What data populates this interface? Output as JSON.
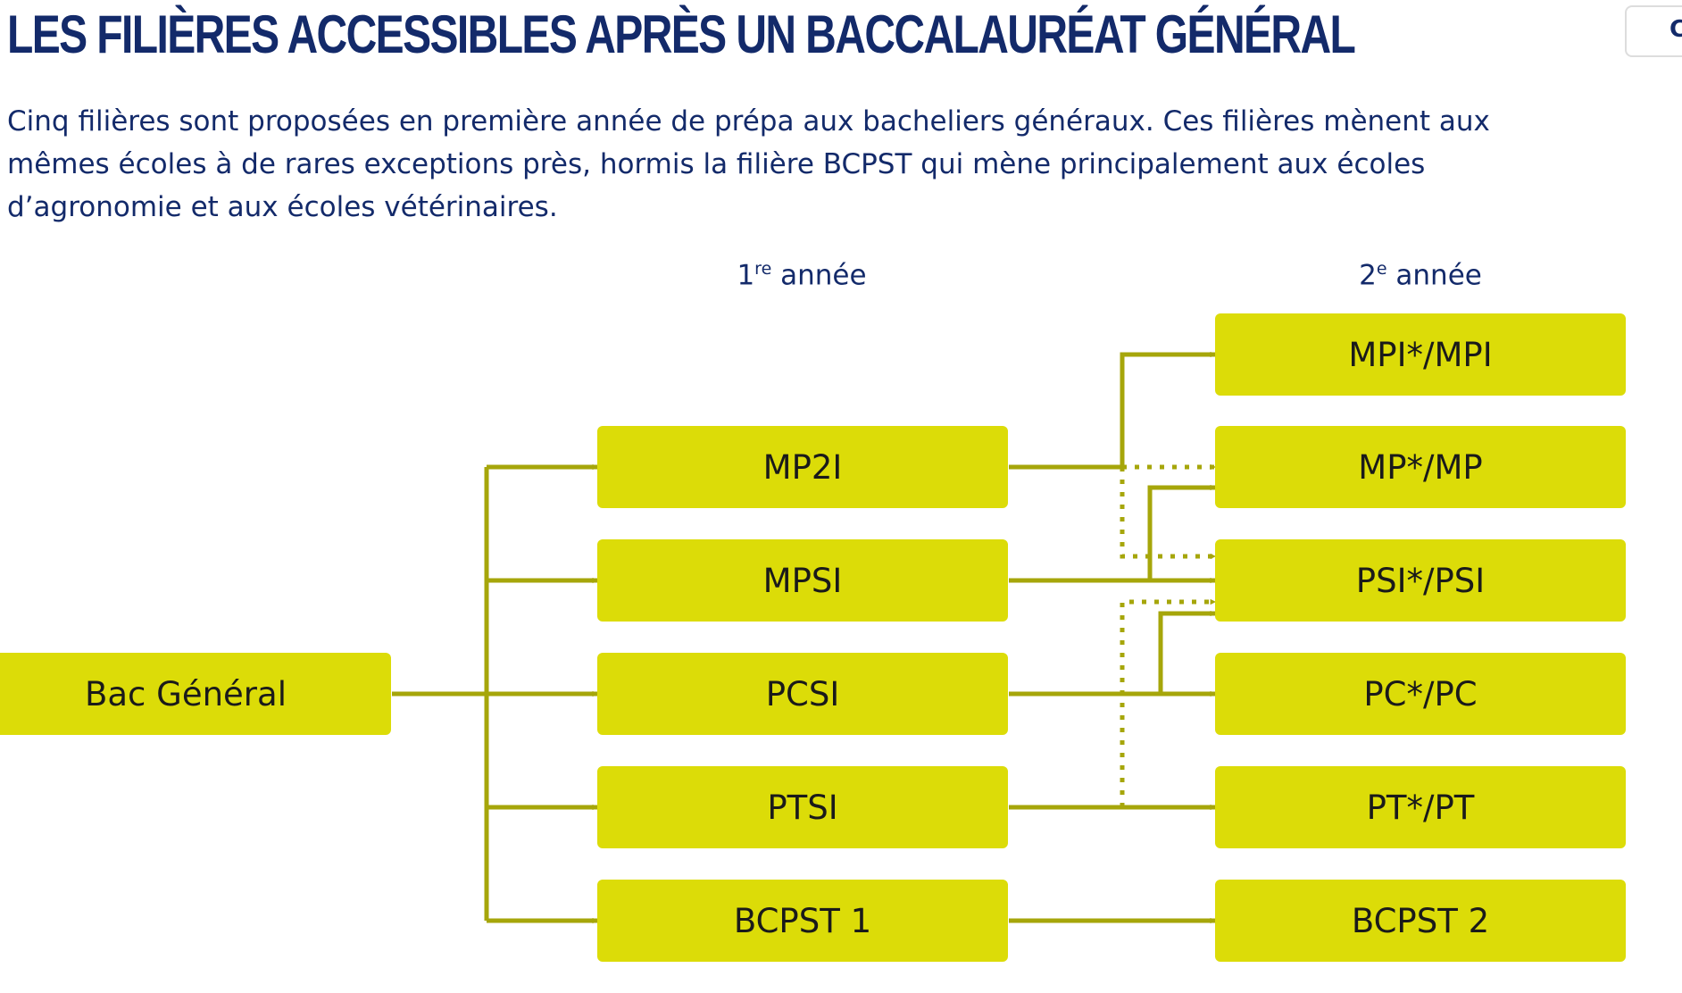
{
  "page": {
    "title": "LES FILIÈRES ACCESSIBLES APRÈS UN BACCALAURÉAT GÉNÉRAL",
    "intro": "Cinq filières sont proposées en première année de prépa aux bacheliers généraux. Ces filières mènent aux mêmes écoles à de rares exceptions près, hormis la filière BCPST qui mène principalement aux écoles d’agronomie et aux écoles vétérinaires.",
    "corner_button_label": "C"
  },
  "diagram": {
    "column_headers": {
      "first_year": {
        "number": "1",
        "sup": "re",
        "text": " année"
      },
      "second_year": {
        "number": "2",
        "sup": "e",
        "text": " année"
      }
    },
    "source": "Bac Général",
    "first_year": [
      "MP2I",
      "MPSI",
      "PCSI",
      "PTSI",
      "BCPST 1"
    ],
    "second_year": [
      "MPI*/MPI",
      "MP*/MP",
      "PSI*/PSI",
      "PC*/PC",
      "PT*/PT",
      "BCPST 2"
    ],
    "links": [
      {
        "from": "MP2I",
        "to": "MPI*/MPI",
        "style": "solid"
      },
      {
        "from": "MP2I",
        "to": "MP*/MP",
        "style": "dotted"
      },
      {
        "from": "MP2I",
        "to": "PSI*/PSI",
        "style": "dotted"
      },
      {
        "from": "MPSI",
        "to": "MP*/MP",
        "style": "solid"
      },
      {
        "from": "MPSI",
        "to": "PSI*/PSI",
        "style": "solid"
      },
      {
        "from": "PCSI",
        "to": "PSI*/PSI",
        "style": "solid"
      },
      {
        "from": "PCSI",
        "to": "PC*/PC",
        "style": "solid"
      },
      {
        "from": "PTSI",
        "to": "PSI*/PSI",
        "style": "dotted"
      },
      {
        "from": "PTSI",
        "to": "PT*/PT",
        "style": "solid"
      },
      {
        "from": "BCPST 1",
        "to": "BCPST 2",
        "style": "solid"
      }
    ],
    "colors": {
      "box": "#dcdc08",
      "connector": "#a6a60a",
      "text_dark": "#132a6a"
    }
  }
}
